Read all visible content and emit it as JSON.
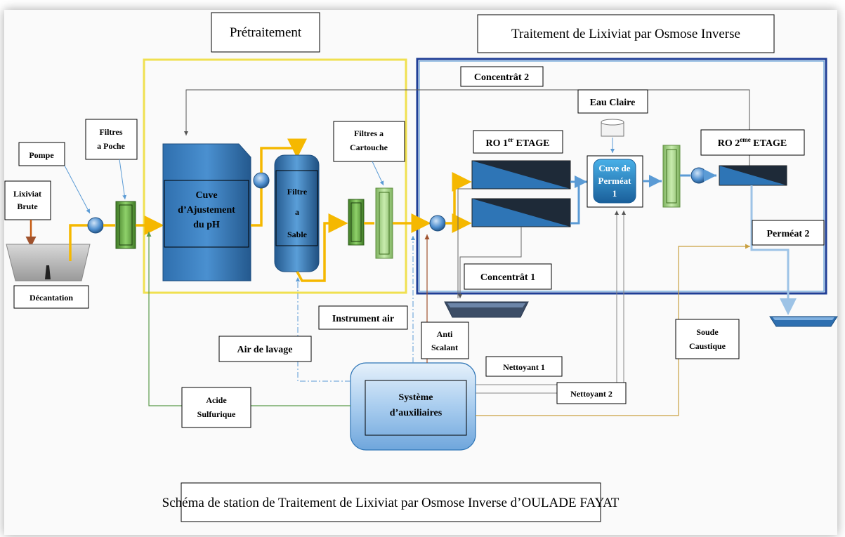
{
  "sections": {
    "pretreatment_title": "Prétraitement",
    "ro_title": "Traitement de Lixiviat par Osmose Inverse",
    "caption": "Schéma de station de Traitement de Lixiviat par Osmose Inverse d’OULADE FAYAT"
  },
  "labels": {
    "lixiviat_1": "Lixiviat",
    "lixiviat_2": "Brute",
    "decantation": "Décantation",
    "pompe": "Pompe",
    "filtres_poche_1": "Filtres",
    "filtres_poche_2": "a Poche",
    "cuve_ph_1": "Cuve",
    "cuve_ph_2": "d’Ajustement",
    "cuve_ph_3": "du pH",
    "filtre_sable_1": "Filtre",
    "filtre_sable_2": "a",
    "filtre_sable_3": "Sable",
    "filtres_cartouche_1": "Filtres a",
    "filtres_cartouche_2": "Cartouche",
    "concentrat_2": "Concentrât 2",
    "eau_claire": "Eau Claire",
    "ro1_prefix": "RO 1",
    "ro1_sup": "er",
    "ro1_suffix": " ETAGE",
    "ro2_prefix": "RO 2",
    "ro2_sup": "eme",
    "ro2_suffix": " ETAGE",
    "cuve_permeat_1": "Cuve de",
    "cuve_permeat_2": "Perméat",
    "cuve_permeat_3": "1",
    "concentrat_1": "Concentrât 1",
    "permeat_2": "Perméat 2",
    "instrument_air": "Instrument air",
    "air_lavage": "Air de lavage",
    "anti_scalant_1": "Anti",
    "anti_scalant_2": "Scalant",
    "soude_1": "Soude",
    "soude_2": "Caustique",
    "nettoyant_1": "Nettoyant 1",
    "nettoyant_2": "Nettoyant 2",
    "acide_1": "Acide",
    "acide_2": "Sulfurique",
    "systeme_1": "Système",
    "systeme_2": "d’auxiliaires"
  },
  "colors": {
    "main_flow": "#f5b800",
    "pretreatment_border": "#f0e050",
    "ro_border": "#1f3e96",
    "tank_blue": "#2e75b6",
    "filter_green": "#70ad47",
    "permeat_line": "#9dc3e6",
    "acid_line": "#5a9a4a",
    "soda_line": "#c9a040",
    "anti_line": "#a0522d"
  }
}
